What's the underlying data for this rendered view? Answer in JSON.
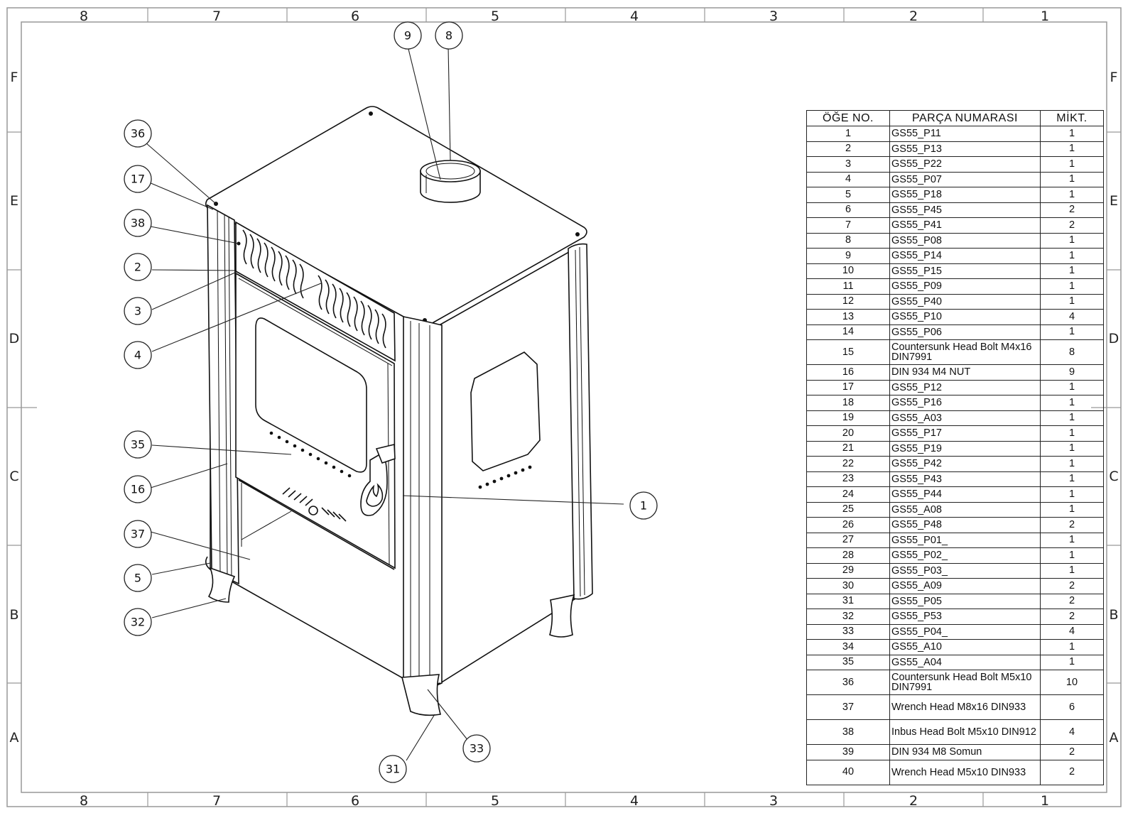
{
  "border": {
    "columns": [
      "8",
      "7",
      "6",
      "5",
      "4",
      "3",
      "2",
      "1"
    ],
    "rows": [
      "F",
      "E",
      "D",
      "C",
      "B",
      "A"
    ]
  },
  "balloons": [
    "9",
    "8",
    "36",
    "17",
    "38",
    "2",
    "3",
    "4",
    "35",
    "16",
    "37",
    "5",
    "32",
    "1",
    "31",
    "33"
  ],
  "bom": {
    "headers": [
      "ÖĞE NO.",
      "PARÇA NUMARASI",
      "MİKT."
    ],
    "rows": [
      {
        "no": "1",
        "part": "GS55_P11",
        "qty": "1"
      },
      {
        "no": "2",
        "part": "GS55_P13",
        "qty": "1"
      },
      {
        "no": "3",
        "part": "GS55_P22",
        "qty": "1"
      },
      {
        "no": "4",
        "part": "GS55_P07",
        "qty": "1"
      },
      {
        "no": "5",
        "part": "GS55_P18",
        "qty": "1"
      },
      {
        "no": "6",
        "part": "GS55_P45",
        "qty": "2"
      },
      {
        "no": "7",
        "part": "GS55_P41",
        "qty": "2"
      },
      {
        "no": "8",
        "part": "GS55_P08",
        "qty": "1"
      },
      {
        "no": "9",
        "part": "GS55_P14",
        "qty": "1"
      },
      {
        "no": "10",
        "part": "GS55_P15",
        "qty": "1"
      },
      {
        "no": "11",
        "part": "GS55_P09",
        "qty": "1"
      },
      {
        "no": "12",
        "part": "GS55_P40",
        "qty": "1"
      },
      {
        "no": "13",
        "part": "GS55_P10",
        "qty": "4"
      },
      {
        "no": "14",
        "part": "GS55_P06",
        "qty": "1"
      },
      {
        "no": "15",
        "part": "Countersunk Head Bolt M4x16 DIN7991",
        "qty": "8"
      },
      {
        "no": "16",
        "part": "DIN 934 M4 NUT",
        "qty": "9"
      },
      {
        "no": "17",
        "part": "GS55_P12",
        "qty": "1"
      },
      {
        "no": "18",
        "part": "GS55_P16",
        "qty": "1"
      },
      {
        "no": "19",
        "part": "GS55_A03",
        "qty": "1"
      },
      {
        "no": "20",
        "part": "GS55_P17",
        "qty": "1"
      },
      {
        "no": "21",
        "part": "GS55_P19",
        "qty": "1"
      },
      {
        "no": "22",
        "part": "GS55_P42",
        "qty": "1"
      },
      {
        "no": "23",
        "part": "GS55_P43",
        "qty": "1"
      },
      {
        "no": "24",
        "part": "GS55_P44",
        "qty": "1"
      },
      {
        "no": "25",
        "part": "GS55_A08",
        "qty": "1"
      },
      {
        "no": "26",
        "part": "GS55_P48",
        "qty": "2"
      },
      {
        "no": "27",
        "part": "GS55_P01_",
        "qty": "1"
      },
      {
        "no": "28",
        "part": "GS55_P02_",
        "qty": "1"
      },
      {
        "no": "29",
        "part": "GS55_P03_",
        "qty": "1"
      },
      {
        "no": "30",
        "part": "GS55_A09",
        "qty": "2"
      },
      {
        "no": "31",
        "part": "GS55_P05",
        "qty": "2"
      },
      {
        "no": "32",
        "part": "GS55_P53",
        "qty": "2"
      },
      {
        "no": "33",
        "part": "GS55_P04_",
        "qty": "4"
      },
      {
        "no": "34",
        "part": "GS55_A10",
        "qty": "1"
      },
      {
        "no": "35",
        "part": "GS55_A04",
        "qty": "1"
      },
      {
        "no": "36",
        "part": "Countersunk Head Bolt M5x10 DIN7991",
        "qty": "10"
      },
      {
        "no": "37",
        "part": "Wrench Head M8x16 DIN933",
        "qty": "6"
      },
      {
        "no": "38",
        "part": "Inbus Head Bolt M5x10 DIN912",
        "qty": "4"
      },
      {
        "no": "39",
        "part": "DIN 934 M8 Somun",
        "qty": "2"
      },
      {
        "no": "40",
        "part": "Wrench Head M5x10 DIN933",
        "qty": "2"
      }
    ]
  }
}
